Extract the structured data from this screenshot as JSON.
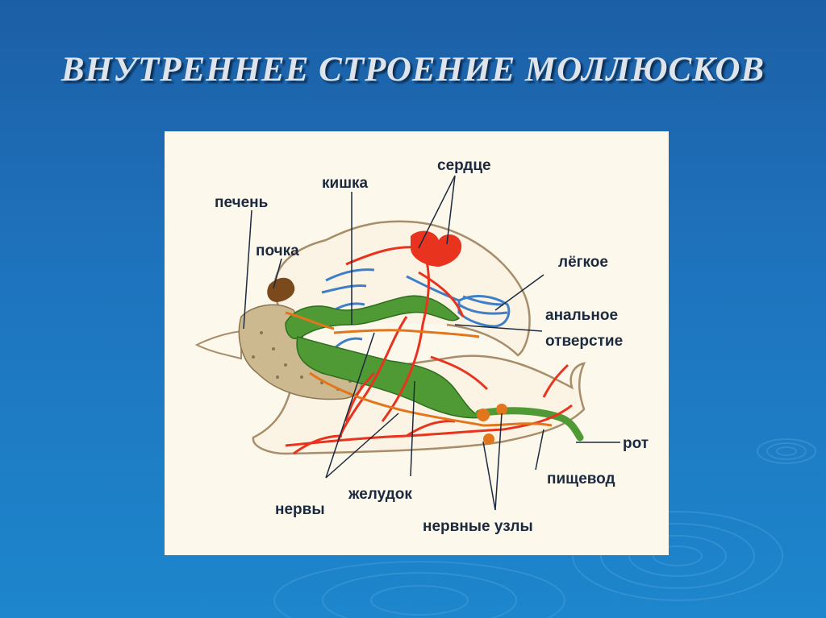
{
  "slide": {
    "title": "ВНУТРЕННЕЕ СТРОЕНИЕ МОЛЛЮСКОВ"
  },
  "diagram": {
    "labels": {
      "liver": "печень",
      "kidney": "почка",
      "intestine": "кишка",
      "heart": "сердце",
      "lung": "лёгкое",
      "anus_line1": "анальное",
      "anus_line2": "отверстие",
      "mouth": "рот",
      "esophagus": "пищевод",
      "nerves": "нервы",
      "stomach": "желудок",
      "ganglia": "нервные узлы"
    },
    "colors": {
      "digestive": "#4f9a34",
      "circulatory": "#e8331f",
      "nervous": "#e2761c",
      "lung_vessels": "#3f7fc8",
      "liver": "#c9b48a",
      "kidney": "#7a4a1c",
      "outline": "#a88d6a"
    }
  }
}
